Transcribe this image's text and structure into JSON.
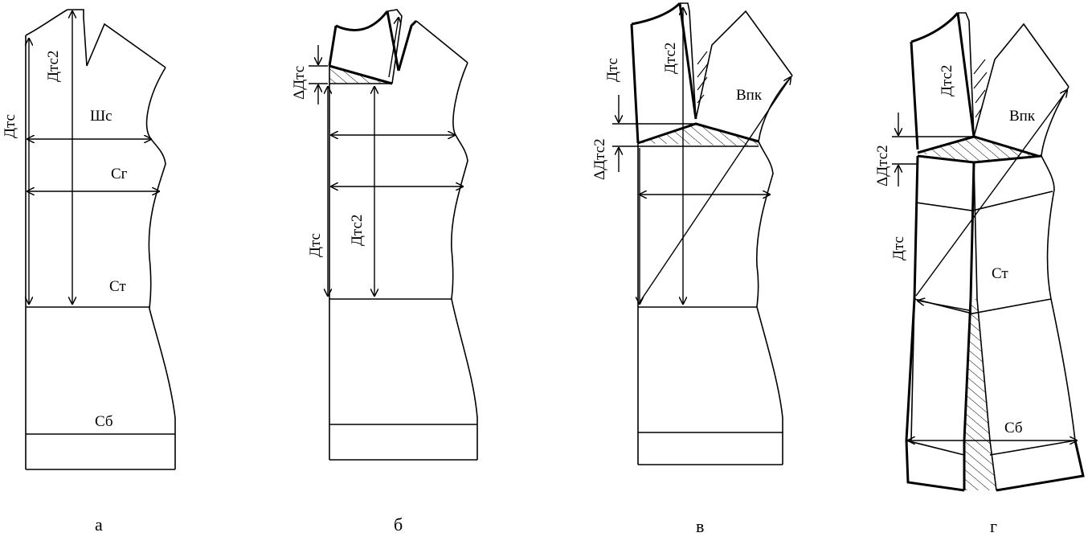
{
  "figures": [
    {
      "caption": "а",
      "labels": {
        "dts": "Дтс",
        "dts2": "Дтс2",
        "shs": "Шс",
        "sg": "Сг",
        "st": "Ст",
        "sb": "Сб"
      }
    },
    {
      "caption": "б",
      "labels": {
        "delta_dts": "ΔДтс",
        "dts": "Дтс",
        "dts2": "Дтс2"
      }
    },
    {
      "caption": "в",
      "labels": {
        "dts": "Дтс",
        "dts2": "Дтс2",
        "vpk": "Впк",
        "delta_dts2": "ΔДтс2"
      }
    },
    {
      "caption": "г",
      "labels": {
        "dts2": "Дтс2",
        "vpk": "Впк",
        "delta_dts2": "ΔДтс2",
        "dts": "Дтс",
        "st": "Ст",
        "sb": "Сб"
      }
    }
  ]
}
